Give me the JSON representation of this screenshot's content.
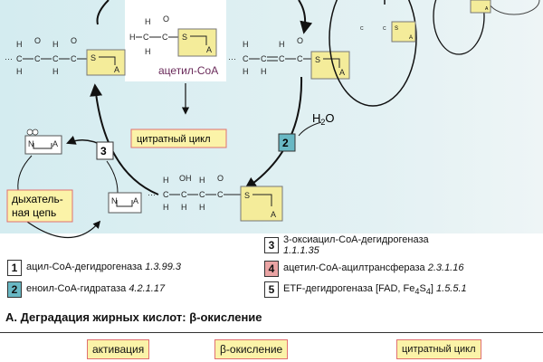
{
  "diagram": {
    "acetyl_coa_label": "ацетил-CoA",
    "citrate_cycle_label": "цитратный цикл",
    "water_label": "H",
    "water_sub": "2",
    "water_o": "O",
    "respiratory_chain_line1": "дыхатель-",
    "respiratory_chain_line2": "ная цепь",
    "coenzyme_s": "S",
    "coenzyme_a": "A",
    "nad_n": "N",
    "nad_a": "A",
    "atom_h": "H",
    "atom_c": "C",
    "atom_o": "O",
    "hydroxyl": "OH",
    "step_2": "2",
    "step_3": "3"
  },
  "legend": [
    {
      "num": "1",
      "name": "ацил-CoA-дегидрогеназа",
      "ec": "1.3.99.3",
      "color": "#ffffff"
    },
    {
      "num": "2",
      "name": "еноил-CoA-гидратаза",
      "ec": "4.2.1.17",
      "color": "#69b8c4"
    },
    {
      "num": "3",
      "name": "3-оксиацил-CoA-дегидрогеназа",
      "ec": "1.1.1.35",
      "color": "#ffffff"
    },
    {
      "num": "4",
      "name": "ацетил-CoA-ацилтрансфераза",
      "ec": "2.3.1.16",
      "color": "#eaa4a4"
    },
    {
      "num": "5",
      "name": "ETF-дегидрогеназа [FAD, Fe",
      "sub1": "4",
      "mid": "S",
      "sub2": "4",
      "close": "]",
      "ec": "1.5.5.1",
      "color": "#ffffff"
    }
  ],
  "caption": "A. Деградация жирных кислот: β-окисление",
  "phases": [
    "активация",
    "β-окисление",
    "цитратный цикл"
  ]
}
